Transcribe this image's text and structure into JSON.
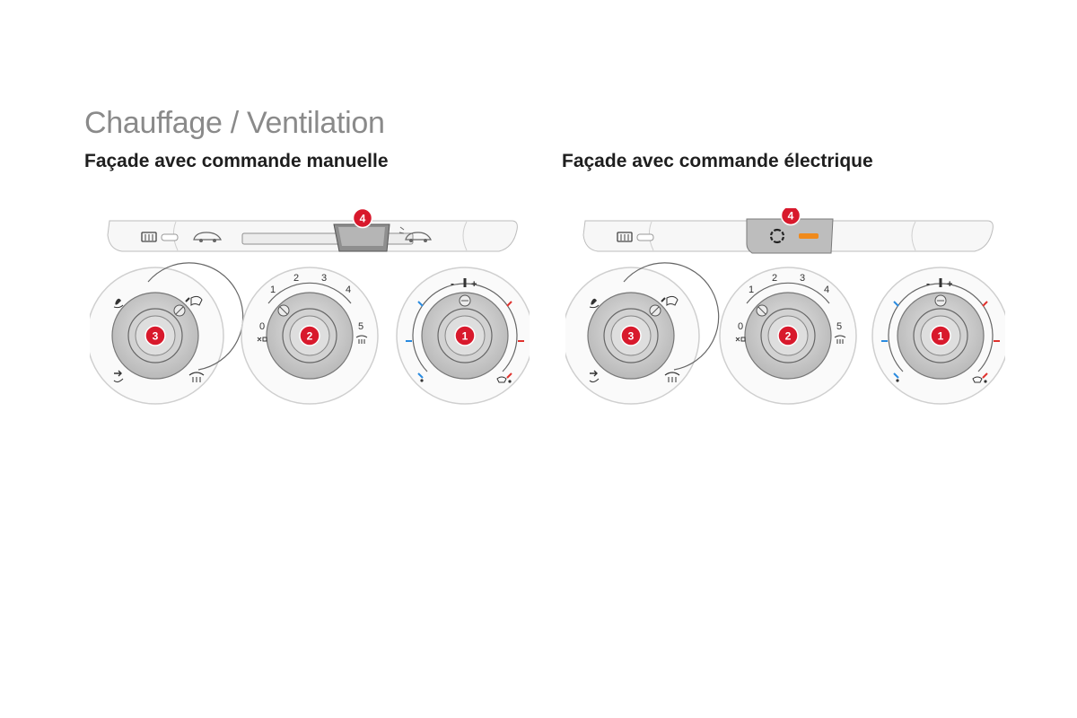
{
  "page": {
    "title": "Chauffage / Ventilation"
  },
  "sections": [
    {
      "title": "Façade avec commande manuelle",
      "strip_callout": "4",
      "knobs": [
        {
          "callout": "3"
        },
        {
          "callout": "2",
          "scale": [
            "0",
            "1",
            "2",
            "3",
            "4",
            "5"
          ]
        },
        {
          "callout": "1",
          "marks": [
            "-",
            "+"
          ]
        }
      ]
    },
    {
      "title": "Façade avec commande électrique",
      "strip_callout": "4",
      "knobs": [
        {
          "callout": "3"
        },
        {
          "callout": "2",
          "scale": [
            "0",
            "1",
            "2",
            "3",
            "4",
            "5"
          ]
        },
        {
          "callout": "1",
          "marks": [
            "-",
            "+"
          ]
        }
      ]
    }
  ],
  "colors": {
    "callout_red": "#d8192c",
    "cold_blue": "#2a8be0",
    "hot_red": "#e0322e",
    "led_orange": "#f08a1c",
    "knob_gray": "#c9c9c9"
  }
}
